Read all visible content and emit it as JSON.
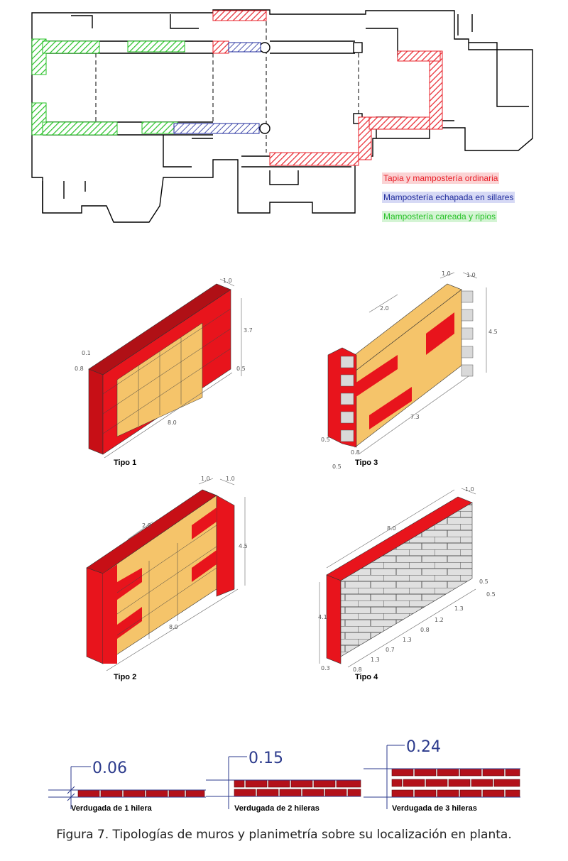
{
  "legend": [
    {
      "label": "Tapia y mampostería ordinaria",
      "color": "#e8212a",
      "bg": "#fbd3d4"
    },
    {
      "label": "Mampostería echapada en sillares",
      "color": "#1f2b9c",
      "bg": "#d6d9f5"
    },
    {
      "label": "Mampostería careada y ripios",
      "color": "#26c126",
      "bg": "#d4f4d4"
    }
  ],
  "walls": {
    "tipo1": {
      "label": "Tipo 1",
      "dims": [
        "1.0",
        "3.7",
        "0.1",
        "0.8",
        "0.5",
        "8.0"
      ]
    },
    "tipo3": {
      "label": "Tipo 3",
      "dims": [
        "1.0",
        "1.0",
        "2.0",
        "4.5",
        "7.3",
        "0.5",
        "0.8",
        "0.5"
      ]
    },
    "tipo2": {
      "label": "Tipo 2",
      "dims": [
        "1.0",
        "1.0",
        "2.0",
        "4.5",
        "8.0"
      ]
    },
    "tipo4": {
      "label": "Tipo 4",
      "dims": [
        "8.0",
        "1.0",
        "4.1",
        "0.5",
        "0.5",
        "1.3",
        "1.2",
        "0.8",
        "1.3",
        "0.7",
        "1.3",
        "0.8",
        "0.3"
      ]
    }
  },
  "verdugadas": [
    {
      "value": "0.06",
      "label": "Verdugada de 1 hilera"
    },
    {
      "value": "0.15",
      "label": "Verdugada de 2 hileras"
    },
    {
      "value": "0.24",
      "label": "Verdugada de 3 hileras"
    }
  ],
  "colors": {
    "wall_red": "#e8141c",
    "wall_top": "#b01016",
    "infill": "#f5c46a",
    "stone": "#d9d9d9",
    "brick": "#b3111a"
  },
  "caption": "Figura 7. Tipologías de muros y planimetría sobre su localización en planta."
}
